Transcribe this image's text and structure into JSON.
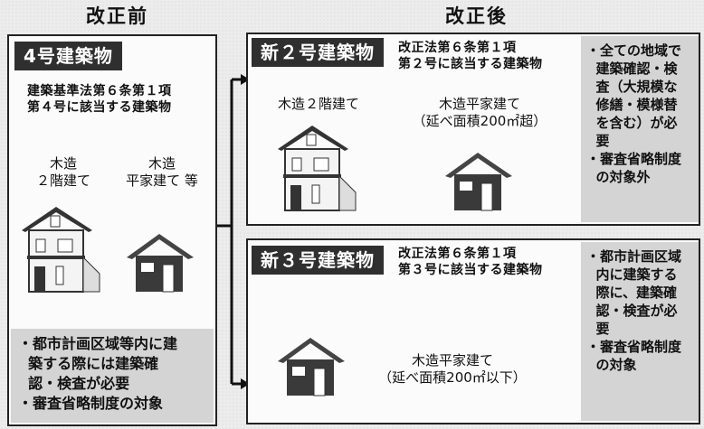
{
  "before": {
    "header": "改正前",
    "tag": "4号建築物",
    "law_line1": "建築基準法第６条第１項",
    "law_line2": "第４号に該当する建築物",
    "house1_line1": "木造",
    "house1_line2": "２階建て",
    "house2_line1": "木造",
    "house2_line2": "平家建て 等",
    "notes": [
      "・都市計画区域等内に建",
      "  築する際には建築確",
      "  認・検査が必要",
      "・審査省略制度の対象"
    ]
  },
  "after": {
    "header": "改正後",
    "new2": {
      "tag": "新２号建築物",
      "law_line1": "改正法第６条第１項",
      "law_line2": "第２号に該当する建築物",
      "house1_label": "木造２階建て",
      "house2_line1": "木造平家建て",
      "house2_line2": "（延べ面積200㎡超）",
      "notes": [
        "・全ての地域で",
        "  建築確認・検",
        "  査（大規模な",
        "  修繕・模様替",
        "  を含む）が必",
        "  要",
        "・審査省略制度",
        "  の対象外"
      ]
    },
    "new3": {
      "tag": "新３号建築物",
      "law_line1": "改正法第６条第１項",
      "law_line2": "第３号に該当する建築物",
      "house_line1": "木造平家建て",
      "house_line2": "（延べ面積200㎡以下）",
      "notes": [
        "・都市計画区域",
        "  内に建築する",
        "  際に、建築確",
        "  認・検査が必",
        "  要",
        "・審査省略制度",
        "  の対象"
      ]
    }
  }
}
